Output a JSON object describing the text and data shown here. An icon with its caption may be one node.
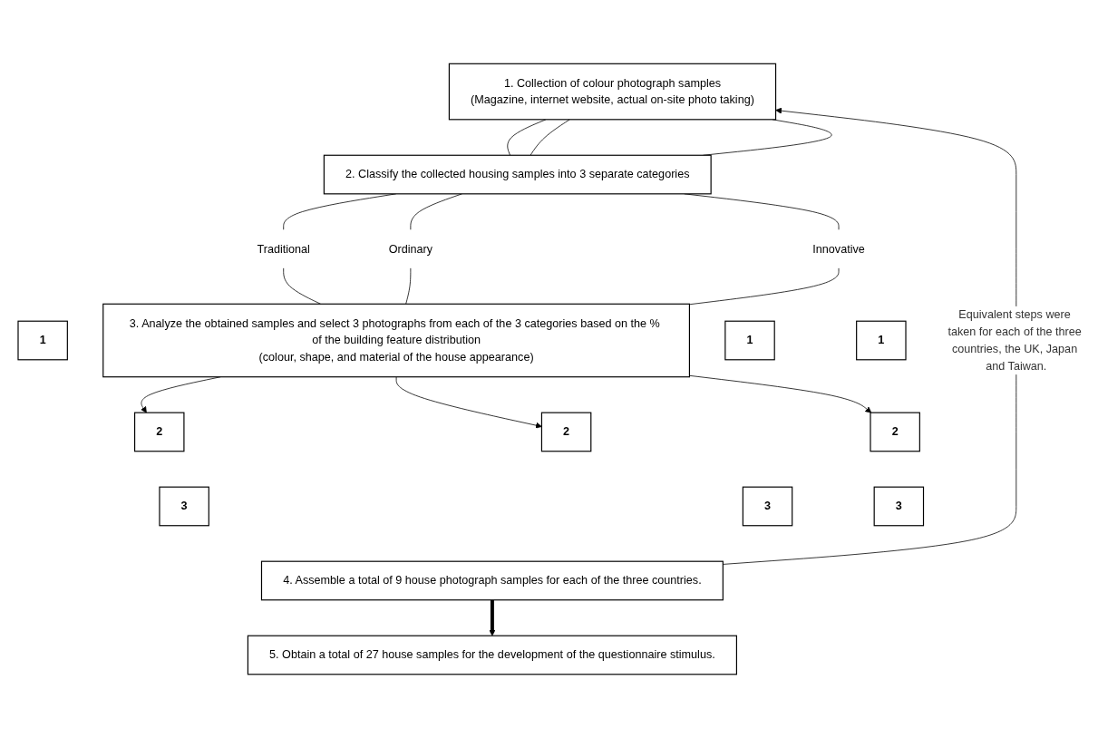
{
  "diagram": {
    "nodes": [
      {
        "text": [
          "1. Collection of colour photograph samples",
          "(Magazine, internet website, actual on-site photo taking)"
        ]
      },
      {
        "text": [
          "2. Classify the collected housing samples into 3 separate categories"
        ]
      },
      {
        "text": [
          "Traditional"
        ]
      },
      {
        "text": [
          "Ordinary"
        ]
      },
      {
        "text": [
          "Innovative"
        ]
      },
      {
        "text": [
          "3. Analyze the obtained samples and select 3 photographs from each of the 3 categories based on the % of the building feature distribution",
          "(colour, shape, and material of the house appearance)"
        ]
      },
      {
        "text": [
          "1"
        ]
      },
      {
        "text": [
          "2"
        ]
      },
      {
        "text": [
          "3"
        ]
      },
      {
        "text": [
          "1"
        ]
      },
      {
        "text": [
          "2"
        ]
      },
      {
        "text": [
          "3"
        ]
      },
      {
        "text": [
          "1"
        ]
      },
      {
        "text": [
          "2"
        ]
      },
      {
        "text": [
          "3"
        ]
      },
      {
        "text": [
          "4. Assemble a total of 9 house photograph samples for each of the three countries."
        ]
      },
      {
        "text": [
          "5. Obtain a total of 27 house samples for the development of the questionnaire stimulus."
        ]
      }
    ],
    "edges": [
      {
        "from": 0,
        "to": 1,
        "arrow": "none"
      },
      {
        "from": 0,
        "to": 1,
        "arrow": "none"
      },
      {
        "from": 0,
        "to": 1,
        "arrow": "none"
      },
      {
        "from": 1,
        "to": 2,
        "arrow": "none"
      },
      {
        "from": 1,
        "to": 3,
        "arrow": "none"
      },
      {
        "from": 1,
        "to": 4,
        "arrow": "none"
      },
      {
        "from": 2,
        "to": 5,
        "arrow": "none"
      },
      {
        "from": 3,
        "to": 5,
        "arrow": "none"
      },
      {
        "from": 4,
        "to": 5,
        "arrow": "none"
      },
      {
        "from": 5,
        "to": 7,
        "arrow": "to"
      },
      {
        "from": 5,
        "to": 10,
        "arrow": "to"
      },
      {
        "from": 5,
        "to": 13,
        "arrow": "to"
      },
      {
        "from": 15,
        "to": 16,
        "arrow": "to",
        "style": "thick"
      },
      {
        "from": 15,
        "to": 0,
        "arrow": "to",
        "label": "Equivalent steps were taken for each of the three countries, the UK, Japan and Taiwan."
      }
    ]
  }
}
